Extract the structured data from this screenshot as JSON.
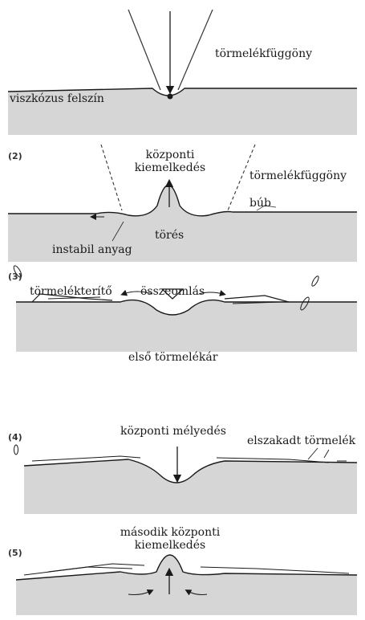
{
  "panels": [
    {
      "number": "",
      "labels": {
        "curtain": "törmelékfüggöny",
        "surface": "viszkózus felszín"
      }
    },
    {
      "number": "(2)",
      "labels": {
        "uplift_l1": "központi",
        "uplift_l2": "kiemelkedés",
        "curtain": "törmelékfüggöny",
        "bulge": "búb",
        "fracture": "törés",
        "unstable": "instabil anyag"
      }
    },
    {
      "number": "(3)",
      "labels": {
        "apron": "törmelékterítő",
        "collapse": "összeomlás",
        "flow": "első törmelékár"
      }
    },
    {
      "number": "(4)",
      "labels": {
        "depression": "központi mélyedés",
        "detached": "elszakadt törmelék"
      }
    },
    {
      "number": "(5)",
      "labels": {
        "uplift2_l1": "második központi",
        "uplift2_l2": "kiemelkedés"
      }
    }
  ],
  "colors": {
    "ground": "#d6d6d6",
    "ink": "#1a1a1a"
  }
}
